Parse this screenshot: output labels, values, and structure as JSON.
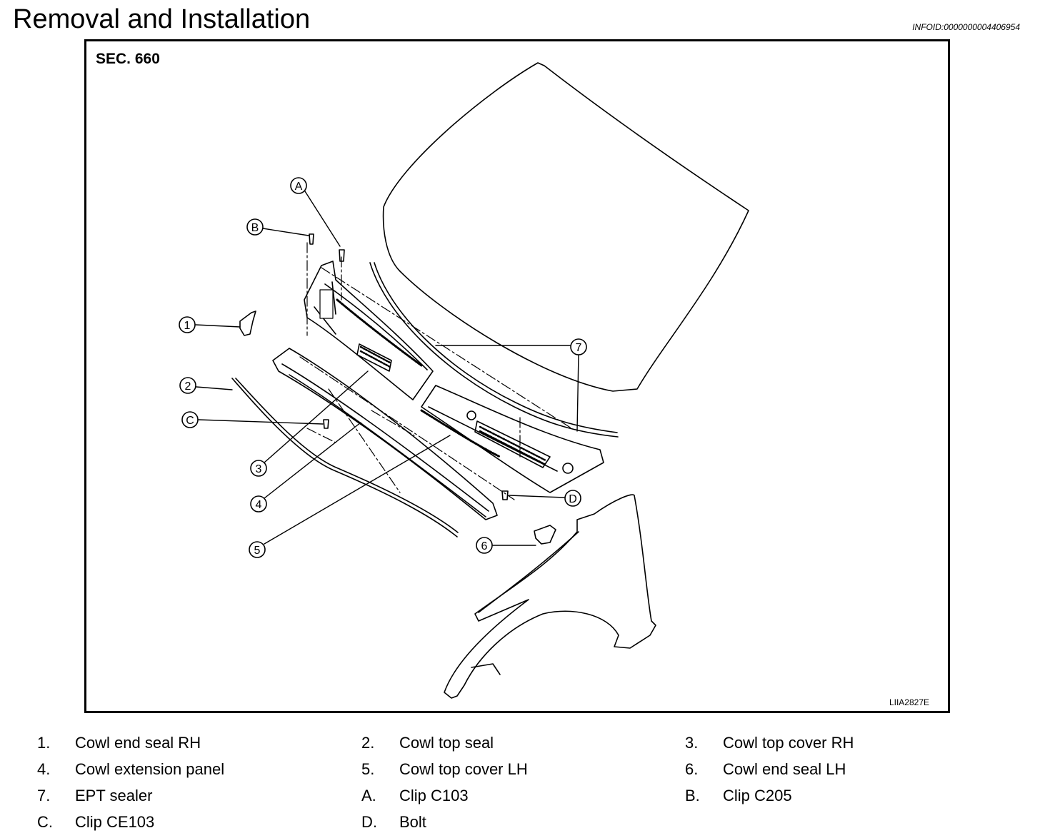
{
  "header": {
    "title": "Removal and Installation",
    "info_id": "INFOID:0000000004406954"
  },
  "figure": {
    "section": "SEC. 660",
    "figure_code": "LIIA2827E",
    "callouts": {
      "a": "A",
      "b": "B",
      "c": "C",
      "d": "D",
      "n1": "1",
      "n2": "2",
      "n3": "3",
      "n4": "4",
      "n5": "5",
      "n6": "6",
      "n7": "7"
    }
  },
  "legend": [
    {
      "key": "1.",
      "desc": "Cowl end seal RH"
    },
    {
      "key": "2.",
      "desc": "Cowl top seal"
    },
    {
      "key": "3.",
      "desc": "Cowl top cover RH"
    },
    {
      "key": "4.",
      "desc": "Cowl extension panel"
    },
    {
      "key": "5.",
      "desc": "Cowl top cover LH"
    },
    {
      "key": "6.",
      "desc": "Cowl end seal LH"
    },
    {
      "key": "7.",
      "desc": "EPT sealer"
    },
    {
      "key": "A.",
      "desc": "Clip C103"
    },
    {
      "key": "B.",
      "desc": "Clip C205"
    },
    {
      "key": "C.",
      "desc": "Clip CE103"
    },
    {
      "key": "D.",
      "desc": "Bolt"
    }
  ]
}
